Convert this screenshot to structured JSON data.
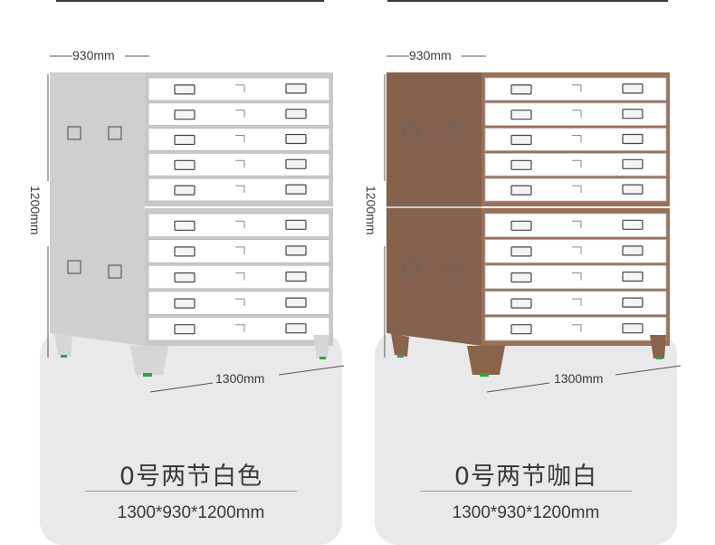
{
  "products": [
    {
      "name": "0号两节白色",
      "size": "1300*930*1200mm",
      "color_scheme": "white",
      "colors": {
        "body": "#d8d8da",
        "side": "#cfcfd2",
        "trim": "#c9c9cc",
        "drawer": "#ffffff",
        "leg": "#d6d6d8"
      }
    },
    {
      "name": "0号两节咖白",
      "size": "1300*930*1200mm",
      "color_scheme": "coffee-white",
      "colors": {
        "body": "#8a6248",
        "side": "#84614c",
        "trim": "#9a7057",
        "drawer": "#ffffff",
        "leg": "#8a634b"
      }
    }
  ],
  "dimensions": {
    "depth": "930mm",
    "height": "1200mm",
    "width": "1300mm"
  },
  "drawer_sections": 2,
  "drawers_per_section": 5,
  "foot_color": "#2aa84a"
}
